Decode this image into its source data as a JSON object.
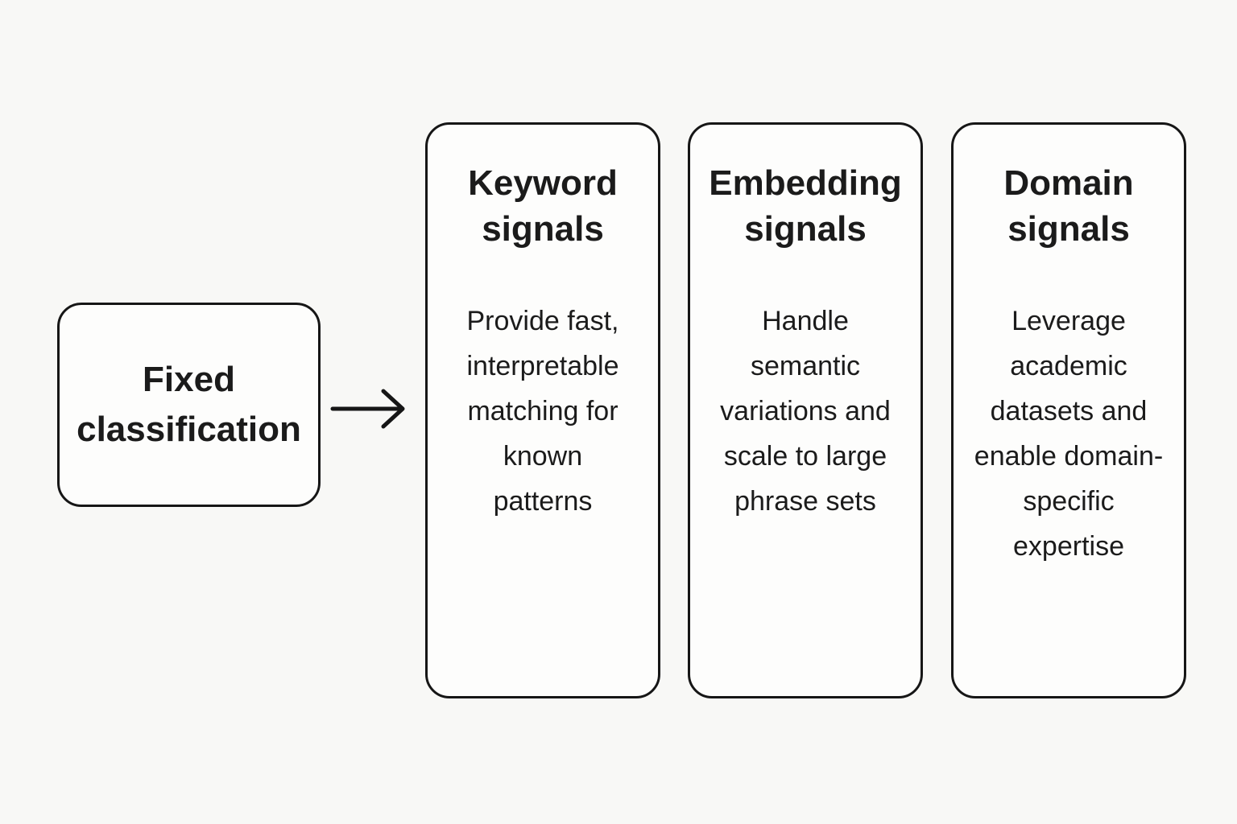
{
  "diagram": {
    "source_box": {
      "label": "Fixed classification"
    },
    "columns": [
      {
        "title": "Keyword signals",
        "body": "Provide fast, interpretable matching for known patterns"
      },
      {
        "title": "Embedding signals",
        "body": "Handle semantic variations and scale to large phrase sets"
      },
      {
        "title": "Domain signals",
        "body": "Leverage academic datasets and enable domain-specific expertise"
      }
    ],
    "colors": {
      "background": "#f8f8f6",
      "box_fill": "#fdfdfc",
      "border": "#161616",
      "text": "#1b1b1b"
    }
  }
}
